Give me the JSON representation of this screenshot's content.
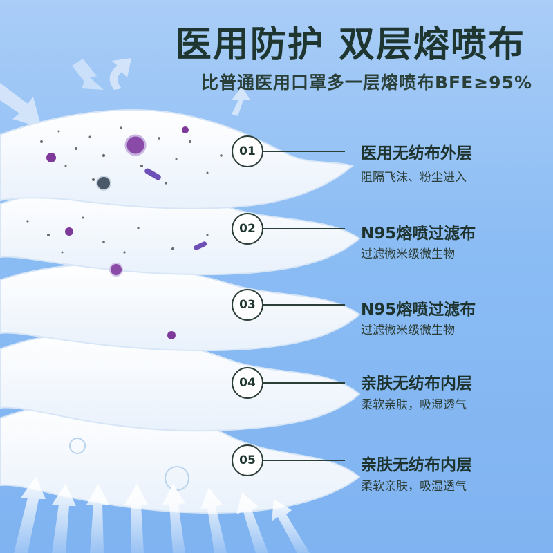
{
  "header": {
    "title": "医用防护 双层熔喷布",
    "subtitle": "比普通医用口罩多一层熔喷布BFE≥95%"
  },
  "layers": [
    {
      "number": "01",
      "title": "医用无纺布外层",
      "desc": "阻隔飞沫、粉尘进入"
    },
    {
      "number": "02",
      "title": "N95熔喷过滤布",
      "desc": "过滤微米级微生物"
    },
    {
      "number": "03",
      "title": "N95熔喷过滤布",
      "desc": "过滤微米级微生物"
    },
    {
      "number": "04",
      "title": "亲肤无纺布内层",
      "desc": "柔软亲肤，吸湿透气"
    },
    {
      "number": "05",
      "title": "亲肤无纺布内层",
      "desc": "柔软亲肤，吸湿透气"
    }
  ],
  "colors": {
    "background": "#8bbcf4",
    "text_dark": "#1f3630",
    "virus_purple": "#7d3a9a",
    "fabric_white": "#ffffff"
  },
  "icons": [
    "virus-icon",
    "bacteria-icon",
    "water-droplet-icon",
    "airflow-arrow-icon"
  ]
}
